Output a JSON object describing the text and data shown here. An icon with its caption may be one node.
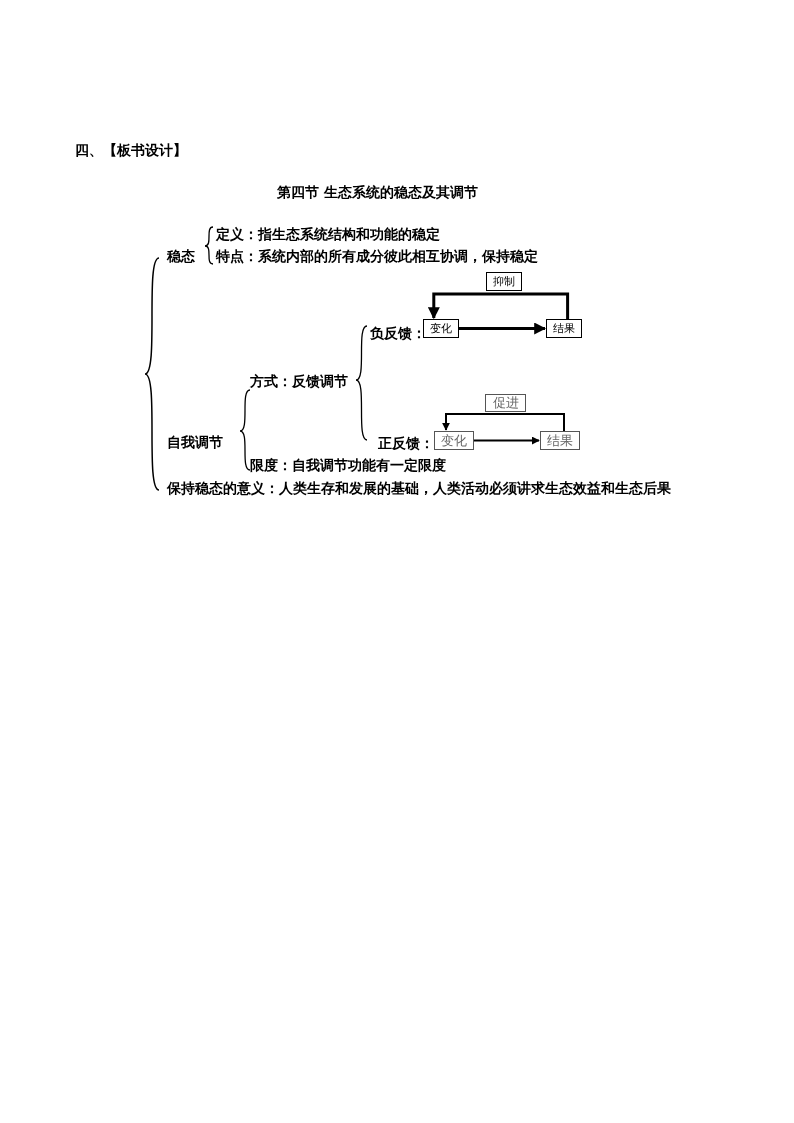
{
  "diagram": {
    "title": "第四节 生态系统的稳态及其调节",
    "nodes": [
      {
        "text": [
          "变化"
        ]
      },
      {
        "text": [
          "结果"
        ]
      },
      {
        "text": [
          "变化"
        ]
      },
      {
        "text": [
          "结果"
        ]
      },
      {
        "text": [
          "抑制"
        ]
      },
      {
        "text": [
          "促进"
        ]
      }
    ],
    "edges": [
      {
        "from": 0,
        "to": 1,
        "arrow": "to"
      },
      {
        "from": 1,
        "to": 0,
        "arrow": "to"
      },
      {
        "from": 2,
        "to": 3,
        "arrow": "to"
      },
      {
        "from": 3,
        "to": 2,
        "arrow": "to"
      }
    ],
    "labels": [
      "四、【板书设计】",
      "定义：指生态系统结构和功能的稳定",
      "稳态",
      "特点：系统内部的所有成分彼此相互协调，保持稳定",
      "负反馈：",
      "方式：反馈调节",
      "自我调节",
      "正反馈：",
      "限度：自我调节功能有一定限度",
      "保持稳态的意义：人类生存和发展的基础，人类活动必须讲求生态效益和生态后果"
    ]
  }
}
